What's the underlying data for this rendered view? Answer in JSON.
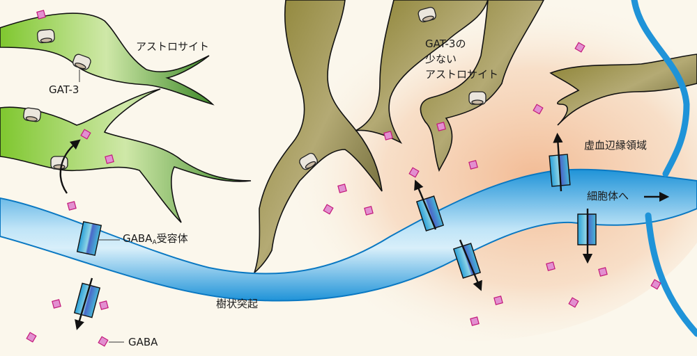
{
  "figure": {
    "type": "neuroscience-schematic",
    "colors": {
      "background": "#fbf7ec",
      "perisynaptic_glow": "#f4c9a8",
      "astrocyte_healthy": "#4f9a2c",
      "astrocyte_low_gat3": "#6b6331",
      "dendrite": "#3aa6e0",
      "dendrite_outline": "#0a78c2",
      "gaba": "#e28fd0",
      "gaba_dark": "#c2187a",
      "transporter": "#e9e4dc",
      "receptor": "#48b8d8"
    }
  },
  "labels": {
    "astrocyte": "アストロサイト",
    "gat3": "GAT-3",
    "low_gat3_astrocyte": [
      "GAT-3の",
      "少ない",
      "アストロサイト"
    ],
    "perisynaptic_region": "虚血辺縁領域",
    "to_soma": "細胞体へ",
    "gaba_a_receptor_main": "GABA",
    "gaba_a_receptor_sub": "A",
    "gaba_a_receptor_suffix": "受容体",
    "dendrite": "樹状突起",
    "gaba": "GABA"
  },
  "legend_items": [
    {
      "name": "gat3-transporter",
      "label": "GAT-3"
    },
    {
      "name": "gaba-molecule",
      "label": "GABA"
    },
    {
      "name": "gaba-a-receptor",
      "label": "GABA_A受容体"
    }
  ]
}
